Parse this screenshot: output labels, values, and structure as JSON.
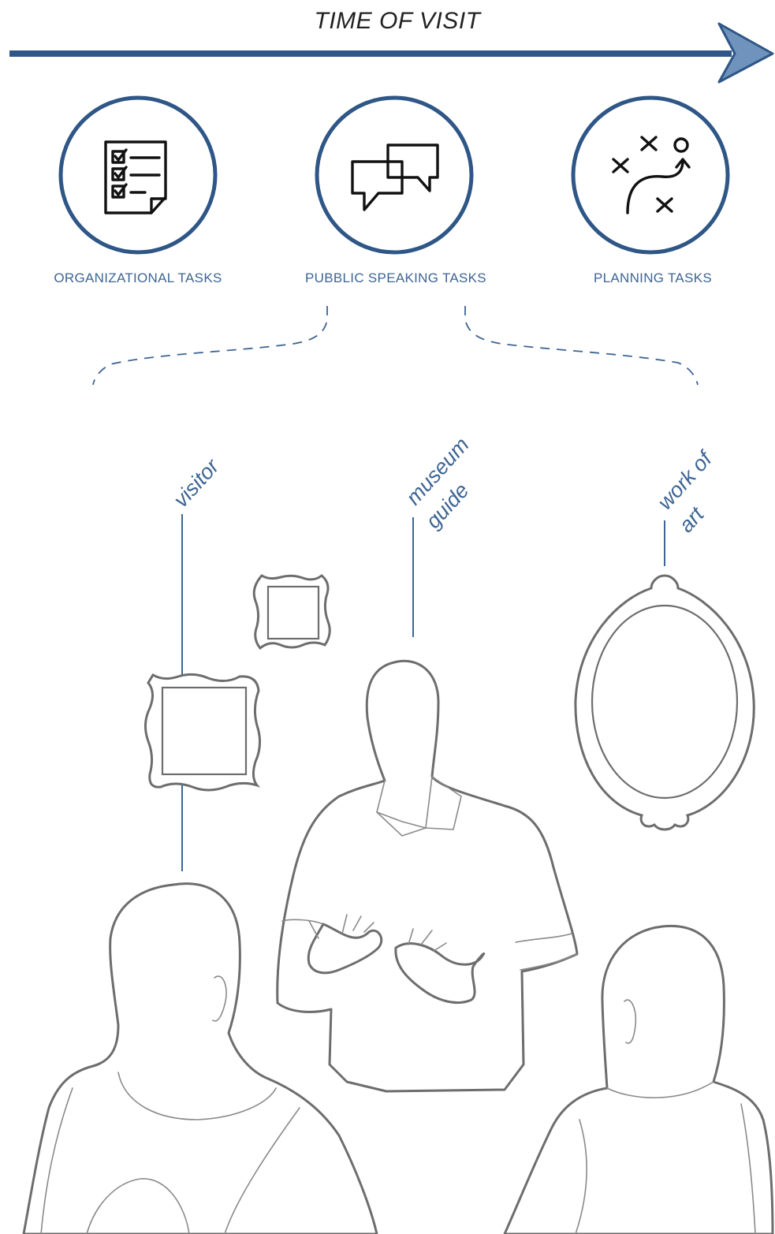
{
  "timeline": {
    "title": "TIME OF VISIT",
    "color": "#2e5686"
  },
  "tasks": [
    {
      "label": "ORGANIZATIONAL TASKS",
      "icon": "checklist-icon"
    },
    {
      "label": "PUBBLIC SPEAKING TASKS",
      "icon": "speech-bubbles-icon"
    },
    {
      "label": "PLANNING TASKS",
      "icon": "strategy-play-icon"
    }
  ],
  "callouts": {
    "visitor": "visitor",
    "guide_line1": "museum",
    "guide_line2": "guide",
    "art_line1": "work of",
    "art_line2": "art"
  },
  "colors": {
    "accent": "#3e6593",
    "icon_ring": "#2e5686",
    "sketch": "#6d6d6d"
  }
}
